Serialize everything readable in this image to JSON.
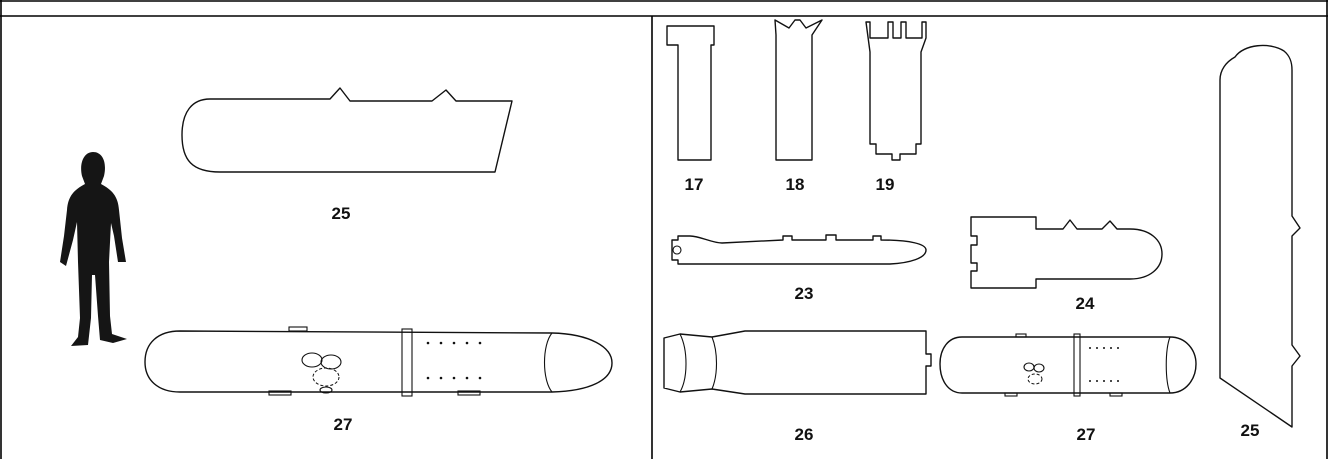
{
  "left_panel": {
    "labels": {
      "top_shape": "25",
      "bottom_shape": "27"
    }
  },
  "right_panel": {
    "labels": {
      "shape_17": "17",
      "shape_18": "18",
      "shape_19": "19",
      "shape_23": "23",
      "shape_24": "24",
      "shape_26": "26",
      "shape_27": "27",
      "shape_25": "25"
    }
  },
  "colors": {
    "line": "#111111",
    "silhouette": "#151515",
    "background": "#ffffff"
  }
}
